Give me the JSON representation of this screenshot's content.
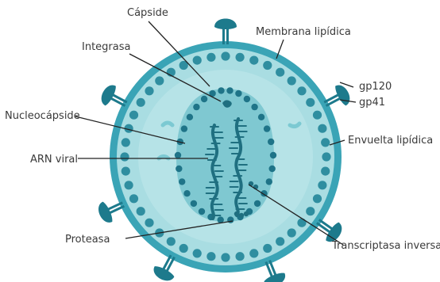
{
  "labels": {
    "capsid": "Cápside",
    "lipid_membrane": "Membrana lipídica",
    "integrase": "Integrasa",
    "gp120": "gp120",
    "gp41": "gp41",
    "nucleocapsid": "Nucleocápside",
    "lipid_envelope": "Envuelta lipídica",
    "viral_rna": "ARN viral",
    "protease": "Proteasa",
    "reverse_transcriptase": "Transcriptasa inversa"
  },
  "colors": {
    "outer_ring": "#3aa4b6",
    "envelope_fill": "#a9dde2",
    "beads": "#2f8ea0",
    "capsid_fill": "#7fc8d1",
    "capsid_beads": "#1f7488",
    "rna": "#1f6f80",
    "spike": "#1d7a8c"
  }
}
